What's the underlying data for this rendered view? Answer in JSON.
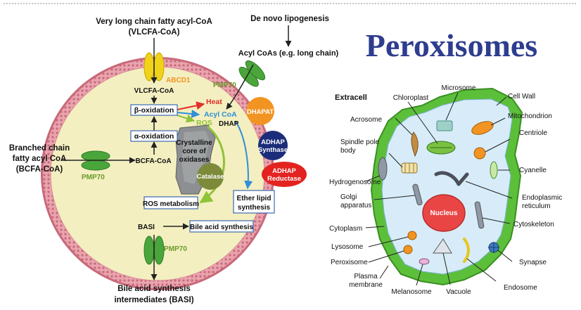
{
  "title": "Peroxisomes",
  "peroxisome": {
    "vlcfa_line1": "Very long chain fatty acyl-CoA",
    "vlcfa_line2": "(VLCFA-CoA)",
    "de_novo": "De novo lipogenesis",
    "acyl_coas": "Acyl CoAs (e.g. long chain)",
    "abcd1": "ABCD1",
    "pmp70": "PMP70",
    "vlcfa_coa": "VLCFA-CoA",
    "beta_ox": "β-oxidation",
    "alpha_ox": "α-oxidation",
    "heat": "Heat",
    "ros": "ROS",
    "acyl_coa": "Acyl CoA",
    "dhap": "DHAP",
    "dhapat": "DHAPAT",
    "adhap_synthase_1": "ADHAP",
    "adhap_synthase_2": "Synthase",
    "adhap_reductase_1": "ADHAP",
    "adhap_reductase_2": "Reductase",
    "crystalline_1": "Crystalline",
    "crystalline_2": "core of",
    "crystalline_3": "oxidases",
    "catalase": "Catalase",
    "bcfa_coa": "BCFA-CoA",
    "branched_1": "Branched chain",
    "branched_2": "fatty acyl CoA",
    "branched_3": "(BCFA-CoA)",
    "ros_metabolism": "ROS metabolism",
    "ether_1": "Ether lipid",
    "ether_2": "synthesis",
    "basi": "BASI",
    "bile_acid_synthesis": "Bile acid synthesis",
    "bile_inter_1": "Bile acid synthesis",
    "bile_inter_2": "intermediates (BASI)"
  },
  "cell": {
    "extracell": "Extracell",
    "chloroplast": "Chloroplast",
    "microsome": "Microsome",
    "cell_wall": "Cell Wall",
    "acrosome": "Acrosome",
    "mitochondrion": "Mitochondrion",
    "spindle_1": "Spindle pole",
    "spindle_2": "body",
    "centriole": "Centriole",
    "cyanelle": "Cyanelle",
    "hydrogenosome": "Hydrogenosome",
    "golgi_1": "Golgi",
    "golgi_2": "apparatus",
    "er_1": "Endoplasmic",
    "er_2": "reticulum",
    "nucleus": "Nucleus",
    "cytoplasm": "Cytoplasm",
    "cytoskeleton": "Cytoskeleton",
    "lysosome": "Lysosome",
    "peroxisome": "Peroxisome",
    "synapse": "Synapse",
    "plasma_1": "Plasma",
    "plasma_2": "membrane",
    "melanosome": "Melanosome",
    "vacuole": "Vacuole",
    "endosome": "Endosome"
  },
  "colors": {
    "title": "#2e3d8f",
    "membrane": "#c8697a",
    "lumen": "#f3efc0",
    "transporter_yellow": "#f1d21a",
    "transporter_green": "#4aa63b",
    "orange_enzyme": "#f29422",
    "navy_enzyme": "#1b2d7a",
    "red_enzyme": "#e2231f",
    "catalase": "#7c8a3a",
    "cell_wall": "#5cbf3a",
    "cytoplasm": "#d7ecf8",
    "nucleus": "#e94545",
    "pmp_label": "#6a9a2a",
    "heat": "#e0302a",
    "acyl_coa": "#2f8fd8"
  }
}
